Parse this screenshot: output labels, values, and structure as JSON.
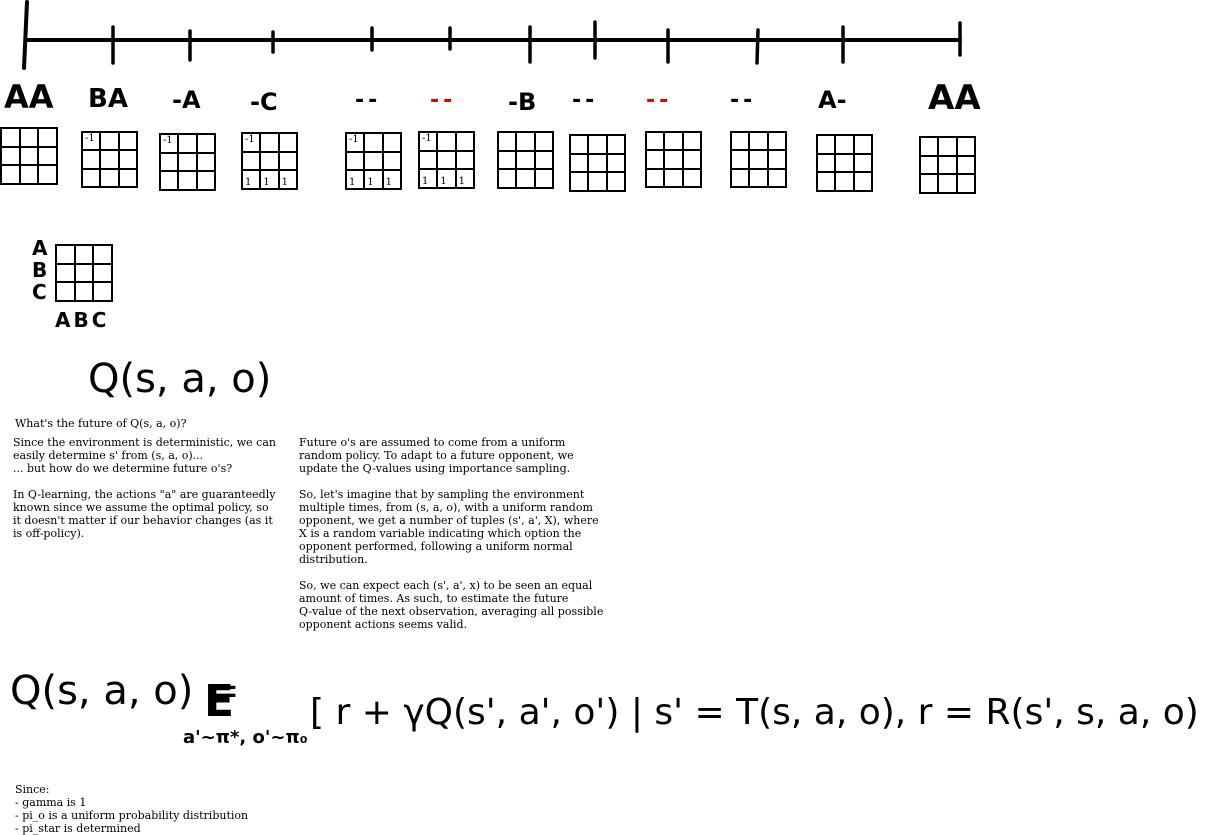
{
  "board_sequence": [
    {
      "label": "AA",
      "cells": [
        "",
        "",
        "",
        "",
        "",
        "",
        "",
        "",
        ""
      ]
    },
    {
      "label": "BA",
      "cells": [
        "-1",
        "",
        "",
        "",
        "",
        "",
        "",
        "",
        ""
      ]
    },
    {
      "label": "-A",
      "cells": [
        "-1",
        "",
        "",
        "",
        "",
        "",
        "",
        "",
        ""
      ]
    },
    {
      "label": "-C",
      "cells": [
        "-1",
        "",
        "",
        "",
        "",
        "",
        "1",
        "1",
        "1"
      ]
    },
    {
      "label": "--",
      "cells": [
        "-1",
        "",
        "",
        "",
        "",
        "",
        "1",
        "1",
        "1"
      ]
    },
    {
      "label": "--",
      "red": true,
      "cells": [
        "-1",
        "",
        "",
        "",
        "",
        "",
        "1",
        "1",
        "1"
      ]
    },
    {
      "label": "-B",
      "cells": [
        "",
        "",
        "",
        "",
        "",
        "",
        "",
        "",
        ""
      ]
    },
    {
      "label": "--",
      "cells": [
        "",
        "",
        "",
        "",
        "",
        "",
        "",
        "",
        ""
      ]
    },
    {
      "label": "--",
      "red": true,
      "cells": [
        "",
        "",
        "",
        "",
        "",
        "",
        "",
        "",
        ""
      ]
    },
    {
      "label": "--",
      "cells": [
        "",
        "",
        "",
        "",
        "",
        "",
        "",
        "",
        ""
      ]
    },
    {
      "label": "A-",
      "cells": [
        "",
        "",
        "",
        "",
        "",
        "",
        "",
        "",
        ""
      ]
    },
    {
      "label": "AA",
      "cells": [
        "",
        "",
        "",
        "",
        "",
        "",
        "",
        "",
        ""
      ]
    }
  ],
  "legend_board": {
    "row_labels": [
      "A",
      "B",
      "C"
    ],
    "col_labels": "ABC"
  },
  "q_sketch": "Q(s, a, o)",
  "question": "What's the future of Q(s, a, o)?",
  "left_paragraph": "Since the environment is deterministic, we can\neasily determine s' from (s, a, o)...\n... but how do we determine future o's?\n\nIn Q-learning, the actions \"a\" are guaranteedly\nknown since we assume the optimal policy, so\nit doesn't matter if our behavior changes (as it\nis off-policy).",
  "right_paragraph": "Future o's are assumed to come from a uniform\nrandom policy. To adapt to a future opponent, we\nupdate the Q-values using importance sampling.\n\nSo, let's imagine that by sampling the environment\nmultiple times, from (s, a, o), with a uniform random\nopponent, we get a number of tuples (s', a', X), where\nX is a random variable indicating which option the\nopponent performed, following a uniform normal\ndistribution.\n\nSo, we can expect each (s', a', x) to be seen an equal\namount of times. As such, to estimate the future\nQ-value of the next observation, averaging all possible\nopponent actions seems valid.",
  "equation": {
    "lhs": "Q(s, a, o) =",
    "expect": "E",
    "subscript": "a'~π*, o'~π₀",
    "body": "[ r + γQ(s', a', o') | s' = T(s, a, o), r = R(s', s, a, o) ]"
  },
  "since_block": "Since:\n- gamma is 1\n- pi_o is a uniform probability distribution\n- pi_star is determined"
}
